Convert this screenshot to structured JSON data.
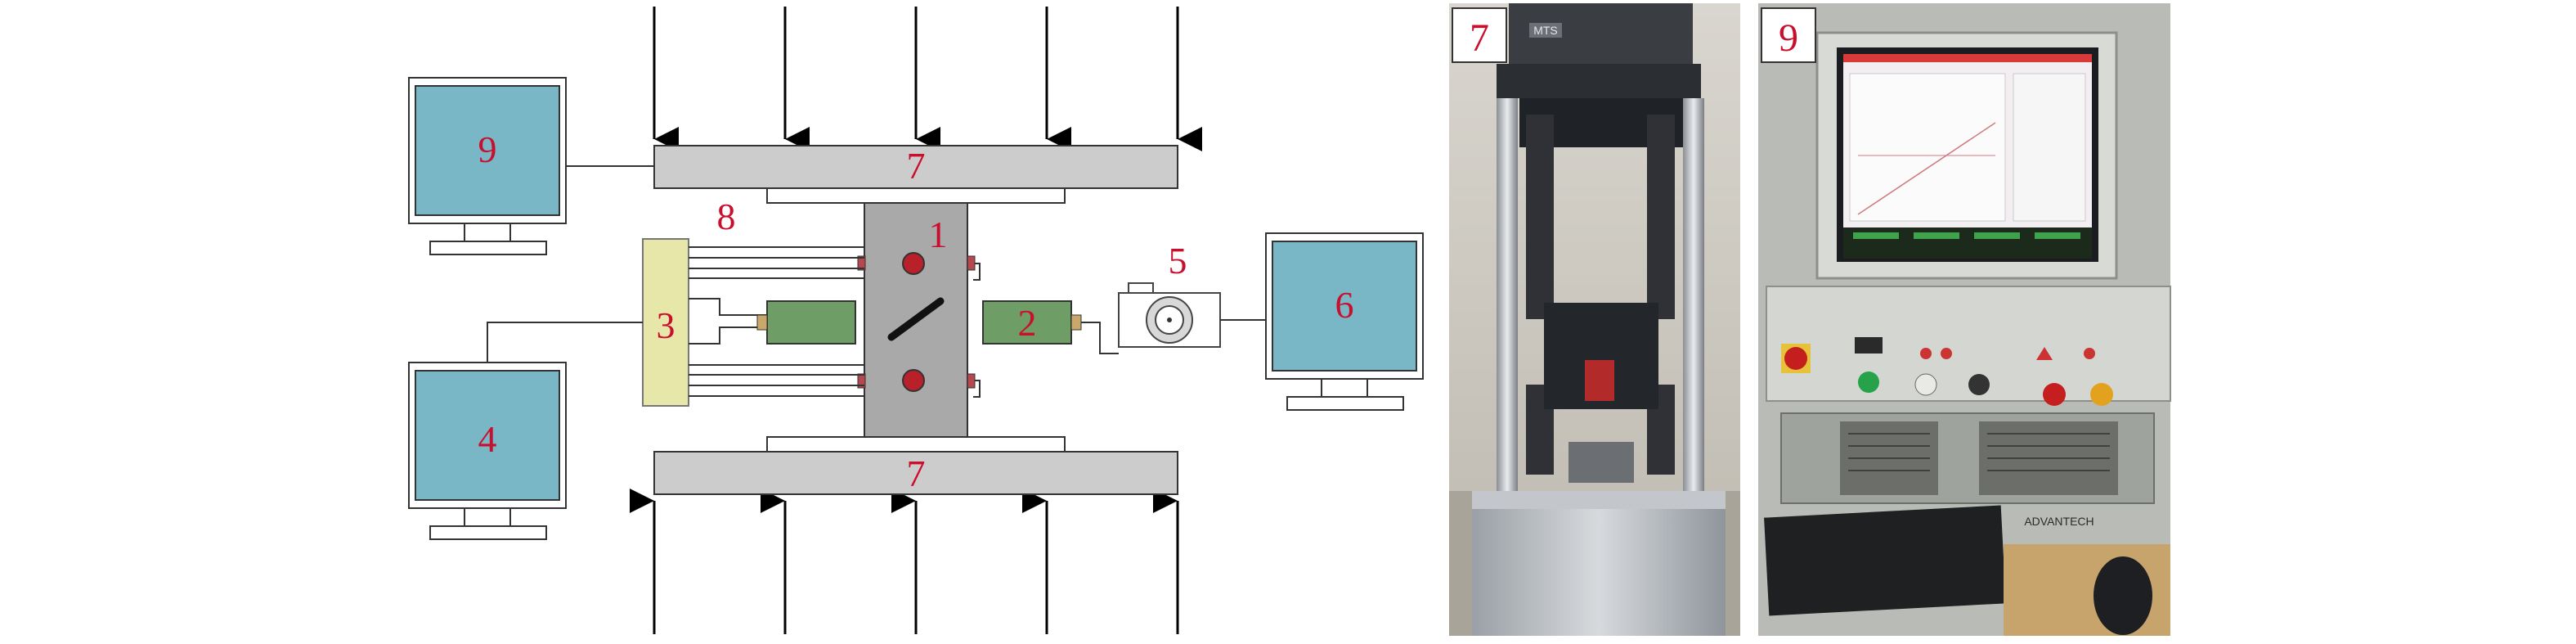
{
  "diagram": {
    "labels": {
      "specimen": "1",
      "lvdt": "2",
      "acquisition_unit": "3",
      "acq_monitor": "4",
      "camera": "5",
      "camera_monitor": "6",
      "platen_top": "7",
      "platen_bottom": "7",
      "gauges": "8",
      "loader_monitor": "9"
    },
    "colors": {
      "label": "#c8102e",
      "monitor_screen": "#79b7c6",
      "platen": "#cccccc",
      "specimen": "#a9a9a9",
      "lvdt": "#6f9d66",
      "acquisition_unit": "#e6e7a9",
      "sensor_dot": "#b8202a",
      "clip": "#b5474f"
    }
  },
  "photos": {
    "machine": {
      "tag": "7",
      "brand_text": "MTS"
    },
    "console": {
      "tag": "9",
      "keyboard_brand": "ADVANTECH"
    }
  }
}
